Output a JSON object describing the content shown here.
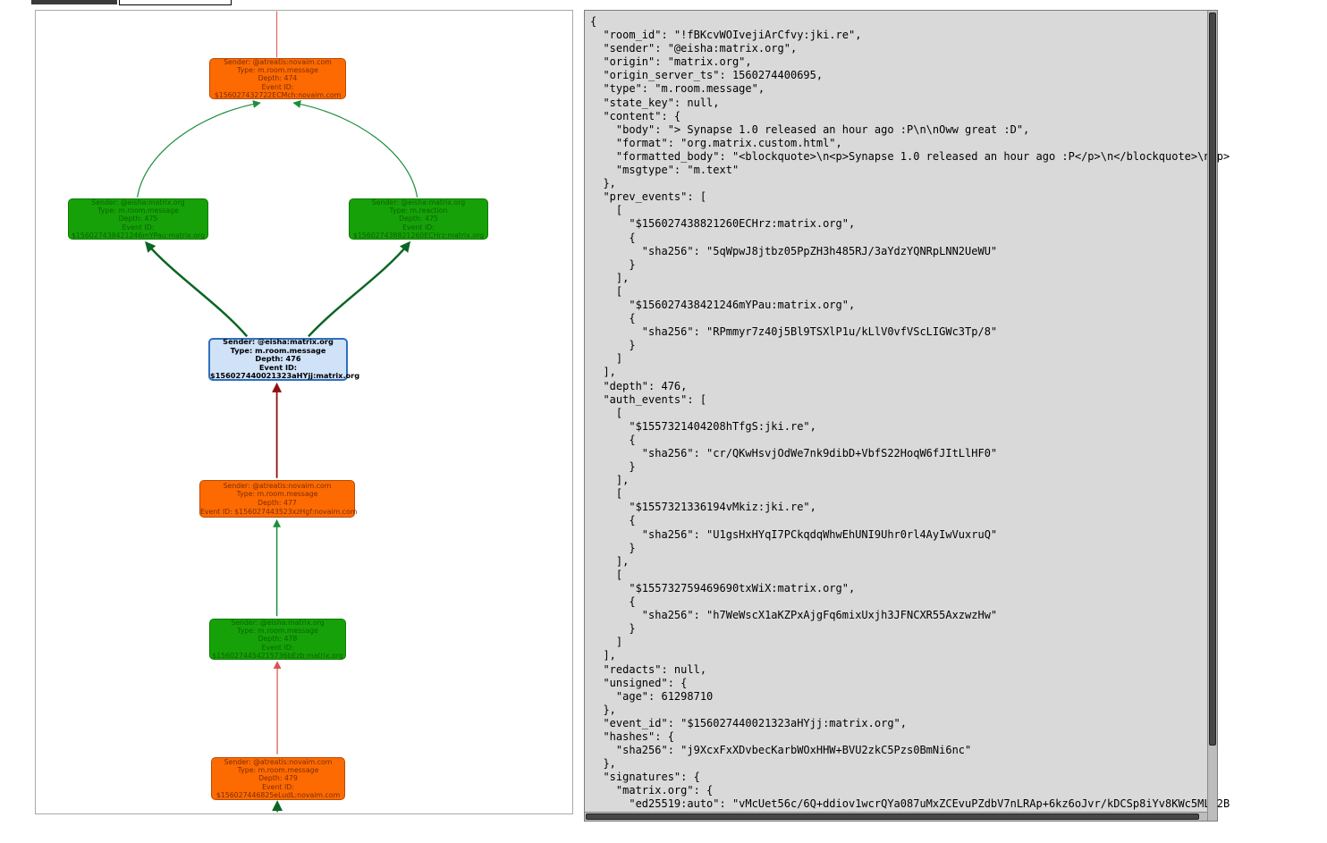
{
  "cropped_toolbar": {
    "dark_button_fragment": "",
    "input_fragment": ""
  },
  "graph": {
    "colors": {
      "orange_fill": "#fd6a02",
      "orange_border": "#b84a00",
      "green_fill": "#16a108",
      "green_border": "#0d7a00",
      "selected_fill": "#cfe2f8",
      "selected_border": "#2f6fbe",
      "edge_green": "#1d8f3c",
      "edge_dark_green": "#0b6623",
      "edge_dark_red": "#8f1010",
      "edge_crimson": "#d9534f"
    },
    "nodes": [
      {
        "lines": [
          "Sender: @atreatis:novaim.com",
          "Type: m.room.message",
          "Depth: 474",
          "Event ID:",
          "$156027432722ECMch:novaim.com"
        ]
      },
      {
        "lines": [
          "Sender: @eisha:matrix.org",
          "Type: m.room.message",
          "Depth: 475",
          "Event ID:",
          "$156027438421246mYPau:matrix.org"
        ]
      },
      {
        "lines": [
          "Sender: @eisha:matrix.org",
          "Type: m.reaction",
          "Depth: 475",
          "Event ID:",
          "$156027438821260ECHrz:matrix.org"
        ]
      },
      {
        "lines": [
          "Sender: @eisha:matrix.org",
          "Type: m.room.message",
          "Depth: 476",
          "Event ID:",
          "$156027440021323aHYjj:matrix.org"
        ],
        "selected": true
      },
      {
        "lines": [
          "Sender: @atreatis:novaim.com",
          "Type: m.room.message",
          "Depth: 477",
          "Event ID: $156027443523xzHgf:novaim.com"
        ]
      },
      {
        "lines": [
          "Sender: @eisha:matrix.org",
          "Type: m.room.message",
          "Depth: 478",
          "Event ID:",
          "$1560274454215736bEzb:matrix.org"
        ]
      },
      {
        "lines": [
          "Sender: @atreatis:novaim.com",
          "Type: m.room.message",
          "Depth: 479",
          "Event ID:",
          "$156027446825eLudL:novaim.com"
        ]
      }
    ]
  },
  "json_panel": {
    "text": "{\n  \"room_id\": \"!fBKcvWOIvejiArCfvy:jki.re\",\n  \"sender\": \"@eisha:matrix.org\",\n  \"origin\": \"matrix.org\",\n  \"origin_server_ts\": 1560274400695,\n  \"type\": \"m.room.message\",\n  \"state_key\": null,\n  \"content\": {\n    \"body\": \"> Synapse 1.0 released an hour ago :P\\n\\nOww great :D\",\n    \"format\": \"org.matrix.custom.html\",\n    \"formatted_body\": \"<blockquote>\\n<p>Synapse 1.0 released an hour ago :P</p>\\n</blockquote>\\n<p>\n    \"msgtype\": \"m.text\"\n  },\n  \"prev_events\": [\n    [\n      \"$156027438821260ECHrz:matrix.org\",\n      {\n        \"sha256\": \"5qWpwJ8jtbz05PpZH3h485RJ/3aYdzYQNRpLNN2UeWU\"\n      }\n    ],\n    [\n      \"$156027438421246mYPau:matrix.org\",\n      {\n        \"sha256\": \"RPmmyr7z40j5Bl9TSXlP1u/kLlV0vfVScLIGWc3Tp/8\"\n      }\n    ]\n  ],\n  \"depth\": 476,\n  \"auth_events\": [\n    [\n      \"$1557321404208hTfgS:jki.re\",\n      {\n        \"sha256\": \"cr/QKwHsvjOdWe7nk9dibD+VbfS22HoqW6fJItLlHF0\"\n      }\n    ],\n    [\n      \"$1557321336194vMkiz:jki.re\",\n      {\n        \"sha256\": \"U1gsHxHYqI7PCkqdqWhwEhUNI9Uhr0rl4AyIwVuxruQ\"\n      }\n    ],\n    [\n      \"$155732759469690txWiX:matrix.org\",\n      {\n        \"sha256\": \"h7WeWscX1aKZPxAjgFq6mixUxjh3JFNCXR55AxzwzHw\"\n      }\n    ]\n  ],\n  \"redacts\": null,\n  \"unsigned\": {\n    \"age\": 61298710\n  },\n  \"event_id\": \"$156027440021323aHYjj:matrix.org\",\n  \"hashes\": {\n    \"sha256\": \"j9XcxFxXDvbecKarbWOxHHW+BVU2zkC5Pzs0BmNi6nc\"\n  },\n  \"signatures\": {\n    \"matrix.org\": {\n      \"ed25519:auto\": \"vMcUet56c/6Q+ddiov1wcrQYa087uMxZCEvuPZdbV7nLRAp+6kz6oJvr/kDCSp8iYv8KWc5MLi2B"
  }
}
